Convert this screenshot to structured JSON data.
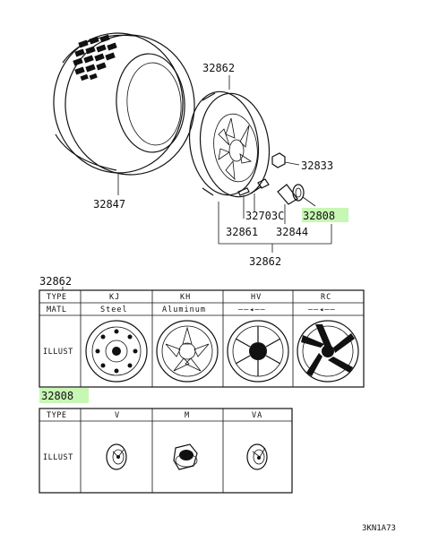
{
  "labels": {
    "tire": "32847",
    "wheel": "32862",
    "nut": "32833",
    "cap": "32808",
    "weight": "32703C",
    "valve": "32861",
    "ornament": "32844",
    "wheel_group": "32862"
  },
  "table1": {
    "title": "32862",
    "rows": [
      "TYPE",
      "MATL",
      "ILLUST"
    ],
    "columns": [
      {
        "type": "KJ",
        "matl": "Steel"
      },
      {
        "type": "KH",
        "matl": "Aluminum"
      },
      {
        "type": "HV",
        "matl": "——◂——"
      },
      {
        "type": "RC",
        "matl": "——◂——"
      }
    ]
  },
  "table2": {
    "title": "32808",
    "rows": [
      "TYPE",
      "ILLUST"
    ],
    "columns": [
      {
        "type": "V"
      },
      {
        "type": "M"
      },
      {
        "type": "VA"
      }
    ]
  },
  "drawing_code": "3KN1A73",
  "colors": {
    "highlight": "#c7f7b4",
    "ink": "#111111"
  }
}
